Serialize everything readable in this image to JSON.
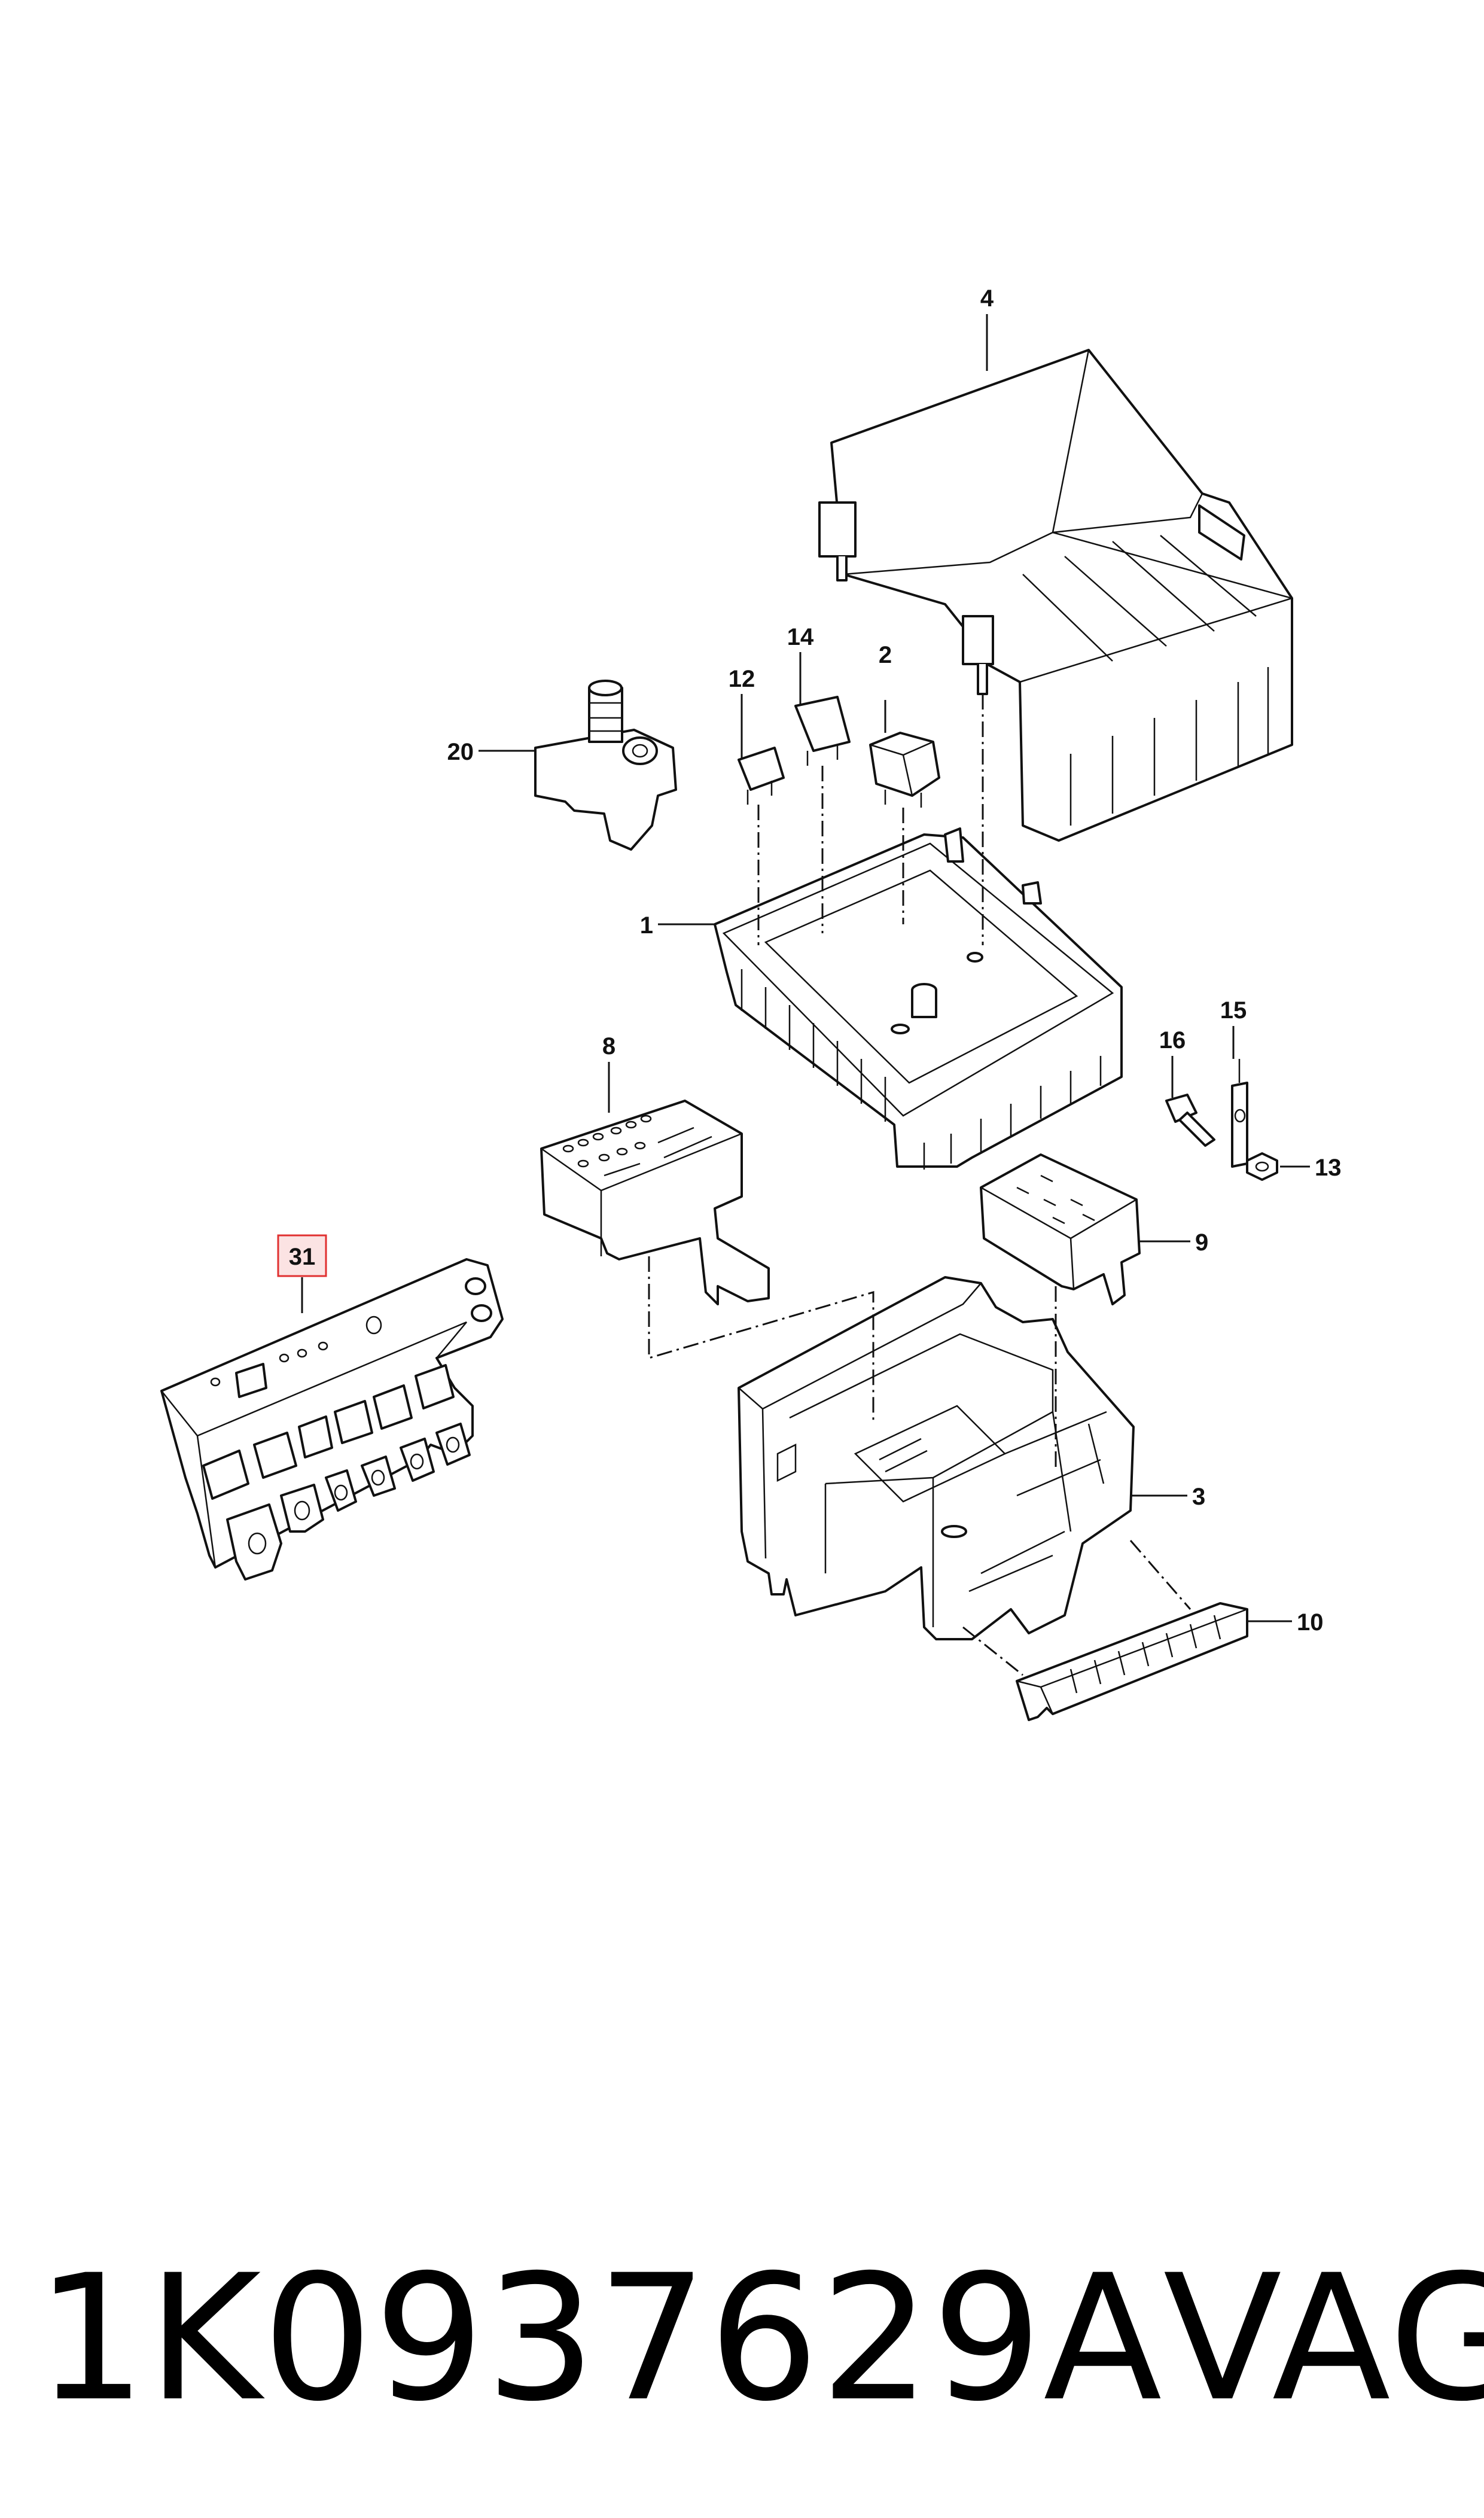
{
  "callouts": {
    "c1": "1",
    "c2": "2",
    "c3": "3",
    "c4": "4",
    "c8": "8",
    "c9": "9",
    "c10": "10",
    "c12": "12",
    "c13": "13",
    "c14": "14",
    "c15": "15",
    "c16": "16",
    "c20": "20",
    "c31": "31"
  },
  "highlight_color": "#e03030",
  "footer": {
    "part_number": "1K0937629A",
    "brand": "VAG"
  }
}
